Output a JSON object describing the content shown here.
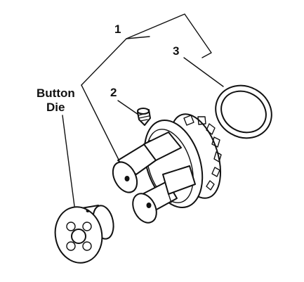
{
  "callouts": {
    "part_1": "1",
    "part_2": "2",
    "part_3": "3",
    "button_die_line1": "Button",
    "button_die_line2": "Die"
  }
}
